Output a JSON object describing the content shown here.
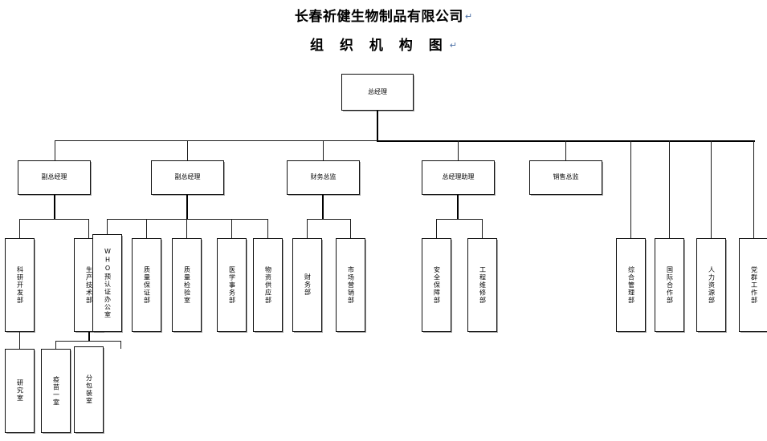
{
  "document": {
    "title_main": "长春祈健生物制品有限公司",
    "title_sub": "组 织 机 构 图",
    "paragraph_mark": "↵"
  },
  "chart_meta": {
    "type": "org-chart",
    "orientation": "top-down",
    "levels": 4,
    "box_border_color": "#111111",
    "line_color": "#1b1b1b",
    "background": "#ffffff"
  },
  "nodes": {
    "root": {
      "label": "总经理",
      "level": 1
    },
    "level2": [
      {
        "id": "vp1",
        "label": "副总经理"
      },
      {
        "id": "vp2",
        "label": "副总经理"
      },
      {
        "id": "cfo",
        "label": "财务总监"
      },
      {
        "id": "gma",
        "label": "总经理助理"
      },
      {
        "id": "sd",
        "label": "销售总监"
      }
    ],
    "level3": [
      {
        "id": "d01",
        "label": "科研开发部",
        "parent": "vp1"
      },
      {
        "id": "d02",
        "label": "生产技术部",
        "parent": "vp1"
      },
      {
        "id": "d03",
        "label": "WHO预认证办公室",
        "parent": "vp2"
      },
      {
        "id": "d04",
        "label": "质量保证部",
        "parent": "vp2"
      },
      {
        "id": "d05",
        "label": "质量检验室",
        "parent": "vp2"
      },
      {
        "id": "d06",
        "label": "医学事务部",
        "parent": "vp2"
      },
      {
        "id": "d07",
        "label": "物资供应部",
        "parent": "vp2"
      },
      {
        "id": "d08",
        "label": "财务部",
        "parent": "cfo"
      },
      {
        "id": "d09",
        "label": "市场营销部",
        "parent": "cfo"
      },
      {
        "id": "d10",
        "label": "安全保障部",
        "parent": "gma"
      },
      {
        "id": "d11",
        "label": "工程维修部",
        "parent": "gma"
      },
      {
        "id": "d12",
        "label": "综合管理部",
        "parent": "root"
      },
      {
        "id": "d13",
        "label": "国际合作部",
        "parent": "root"
      },
      {
        "id": "d14",
        "label": "人力资源部",
        "parent": "root"
      },
      {
        "id": "d15",
        "label": "党群工作部",
        "parent": "root"
      }
    ],
    "level4": [
      {
        "id": "r01",
        "label": "研究室",
        "parent": "d01"
      },
      {
        "id": "r02",
        "label": "疫苗一室",
        "parent": "d02"
      },
      {
        "id": "r03",
        "label": "分包装室",
        "parent": "d02"
      }
    ]
  }
}
